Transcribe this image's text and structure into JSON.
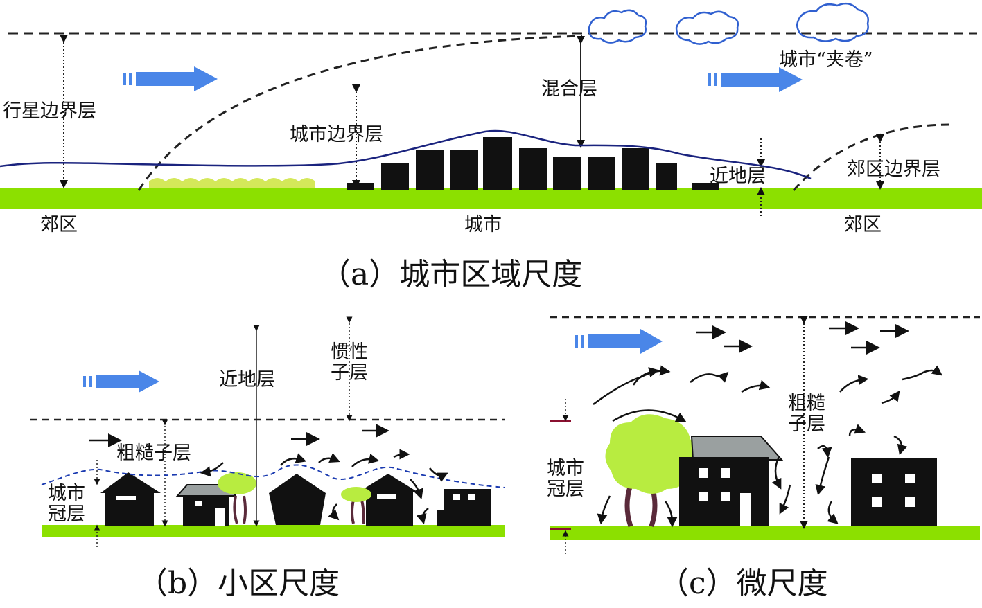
{
  "panel_a": {
    "caption": "（a）城市区域尺度",
    "labels": {
      "planetary_boundary_layer": "行星边界层",
      "mixing_layer": "混合层",
      "urban_entrainment": "城市“夹卷”",
      "urban_boundary_layer": "城市边界层",
      "surface_layer": "近地层",
      "suburban_boundary_layer": "郊区边界层",
      "suburb_left": "郊区",
      "city": "城市",
      "suburb_right": "郊区"
    }
  },
  "panel_b": {
    "caption": "（b）小区尺度",
    "labels": {
      "surface_layer": "近地层",
      "inertial_sublayer_1": "惯性",
      "inertial_sublayer_2": "子层",
      "roughness_sublayer": "粗糙子层",
      "urban_canopy_1": "城市",
      "urban_canopy_2": "冠层"
    }
  },
  "panel_c": {
    "caption": "（c）微尺度",
    "labels": {
      "roughness_sublayer_1": "粗糙",
      "roughness_sublayer_2": "子层",
      "urban_canopy_1": "城市",
      "urban_canopy_2": "冠层"
    }
  },
  "colors": {
    "ground": "#8ce000",
    "building": "#111111",
    "wind_arrow": "#4a86e8",
    "boundary_line": "#1a237e",
    "cloud_outline": "#3060d0",
    "tree": "#b8ec40",
    "trunk": "#5a2a3a",
    "roof_gray": "#9aa0a0"
  }
}
